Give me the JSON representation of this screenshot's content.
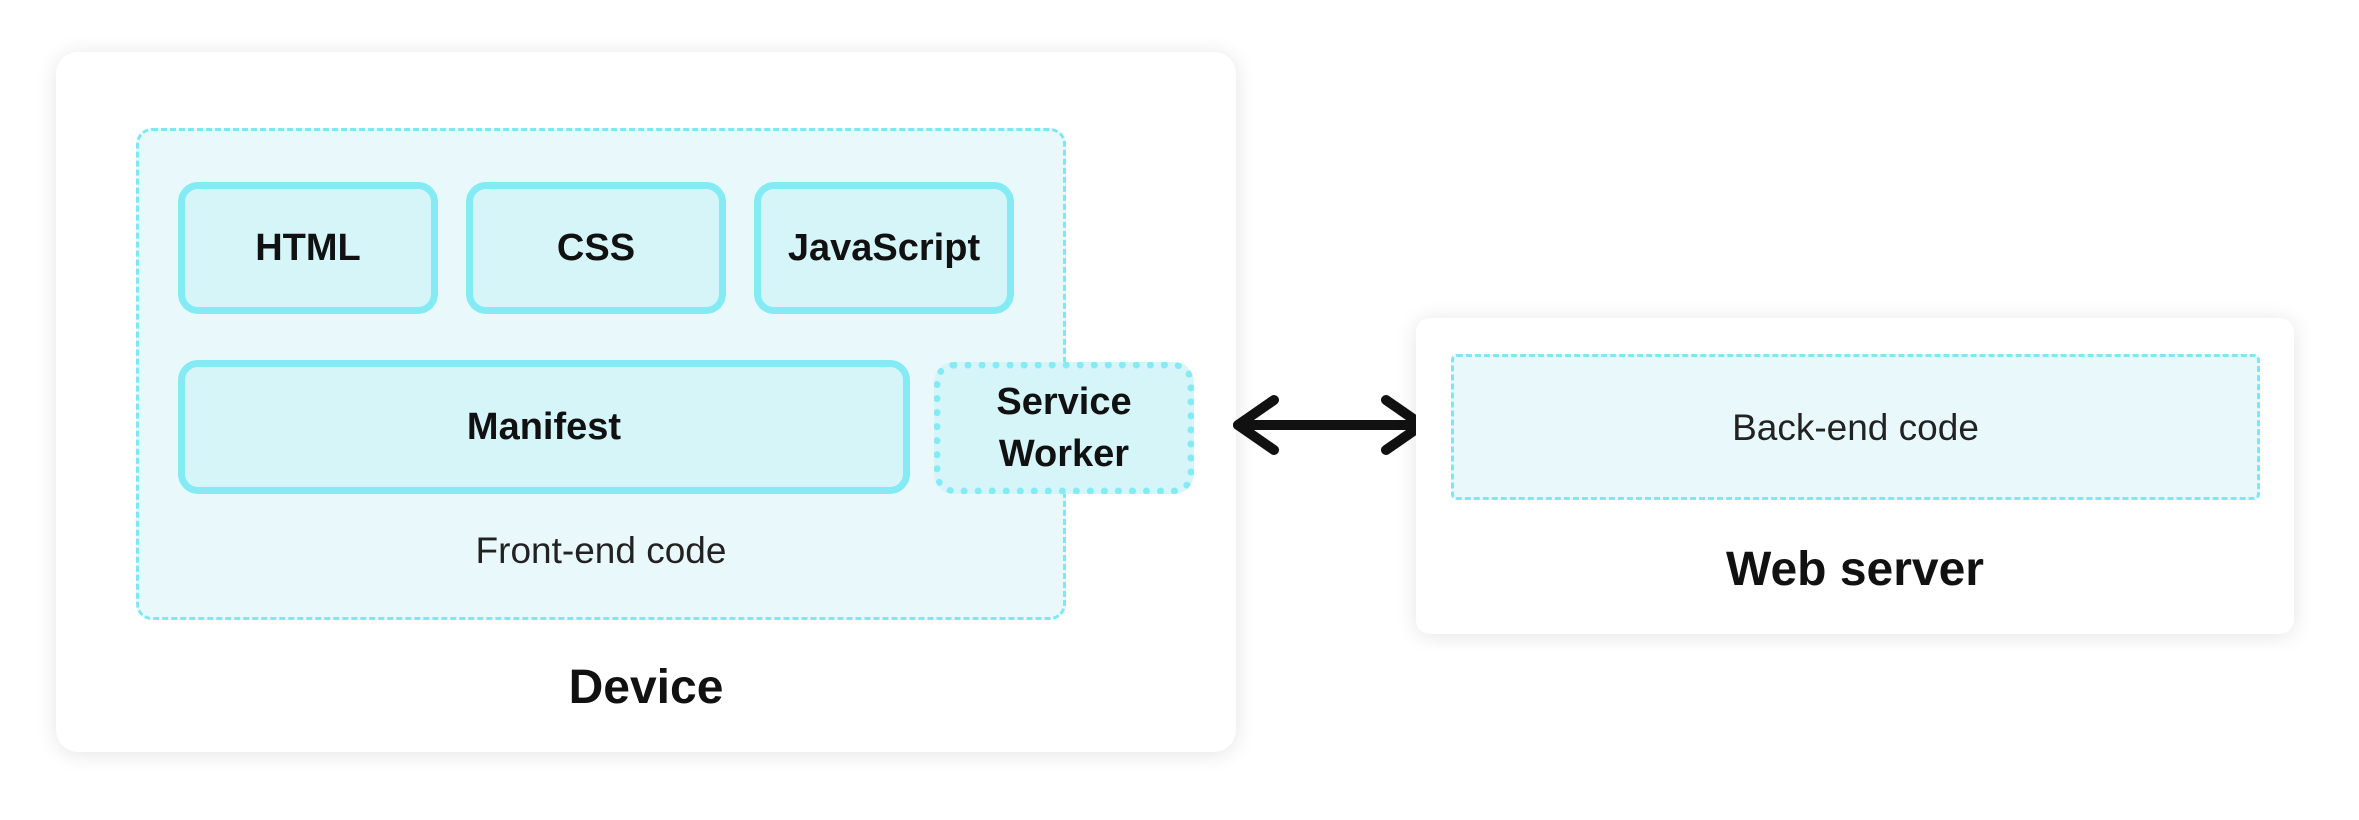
{
  "device": {
    "title": "Device",
    "frontend_label": "Front-end code",
    "blocks": {
      "html": "HTML",
      "css": "CSS",
      "javascript": "JavaScript",
      "manifest": "Manifest",
      "service_worker_line1": "Service",
      "service_worker_line2": "Worker"
    }
  },
  "server": {
    "title": "Web server",
    "backend_label": "Back-end code"
  },
  "connector": {
    "icon": "double-headed-arrow-icon"
  },
  "colors": {
    "block_fill": "#d5f5f9",
    "block_border": "#84eaf4",
    "region_fill": "#e9f9fb",
    "region_border": "#7ee8f2",
    "text": "#111111"
  }
}
